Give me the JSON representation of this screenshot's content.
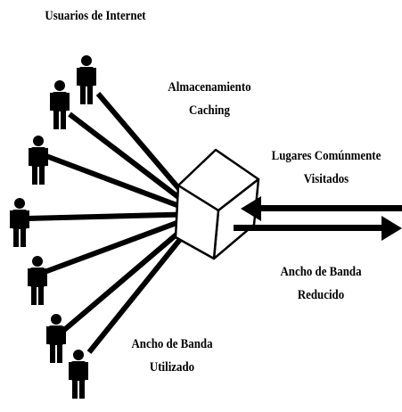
{
  "labels": {
    "users": "Usuarios de Internet",
    "storage_line1": "Almacenamiento",
    "storage_line2": "Caching",
    "sites_line1": "Lugares Comúnmente",
    "sites_line2": "Visitados",
    "reduced_line1": "Ancho de Banda",
    "reduced_line2": "Reducido",
    "used_line1": "Ancho de Banda",
    "used_line2": "Utilizado"
  },
  "icons": {
    "user": "person-icon",
    "cache": "cube-icon"
  },
  "colors": {
    "ink": "#000000",
    "background": "#ffffff"
  }
}
